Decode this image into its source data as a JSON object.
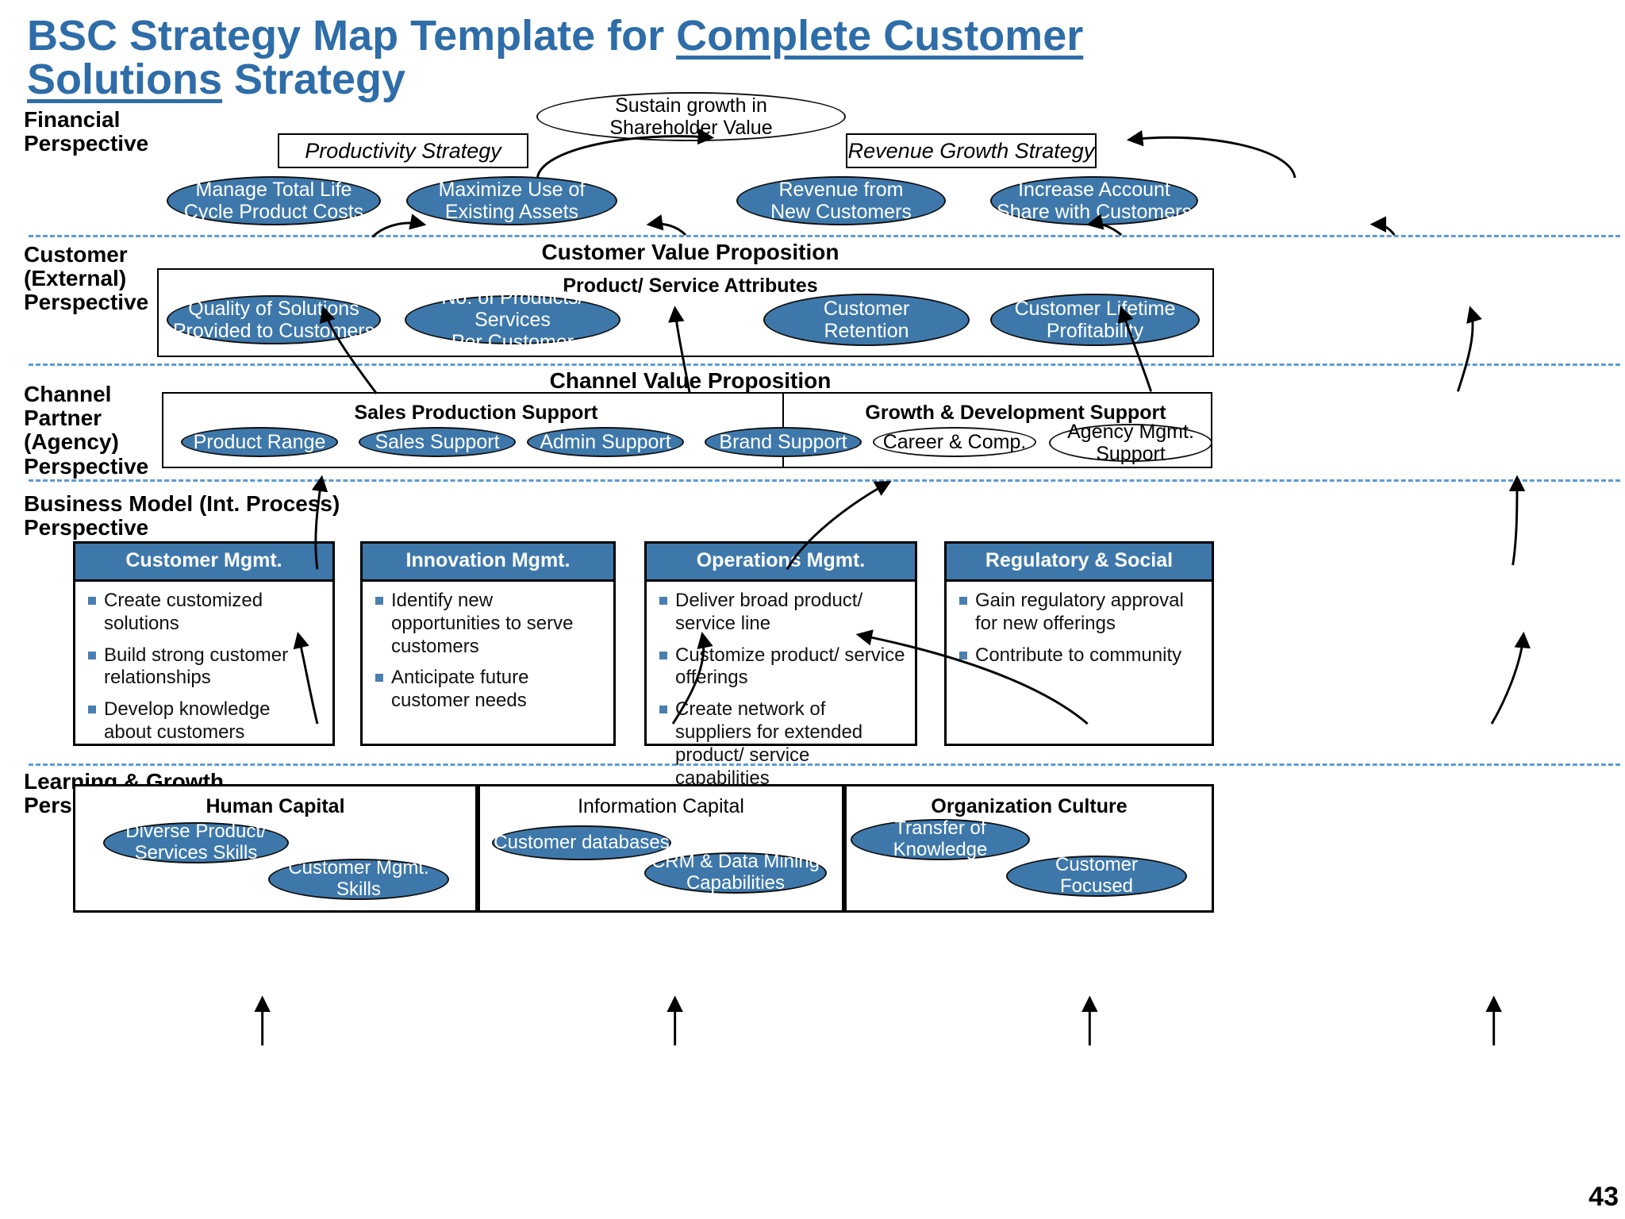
{
  "title": {
    "line1_plain": "BSC Strategy Map Template for ",
    "line1_underlined": "Complete Customer",
    "line2_underlined": "Solutions",
    "line2_plain": " Strategy"
  },
  "page_number": "43",
  "colors": {
    "title_blue": "#2E6DA8",
    "ellipse_blue": "#3E78AB",
    "card_header_blue": "#3E78AB",
    "separator_blue": "#5B9BD5",
    "bullet_square": "#4a7fb0"
  },
  "perspectives": [
    {
      "id": "financial",
      "label": "Financial\nPerspective"
    },
    {
      "id": "customer",
      "label": "Customer\n(External)\nPerspective"
    },
    {
      "id": "channel_partner",
      "label": "Channel\nPartner\n(Agency)\nPerspective"
    },
    {
      "id": "business_model",
      "label": "Business Model (Int. Process)\nPerspective"
    },
    {
      "id": "learning_growth",
      "label": "Learning & Growth\nPerspective"
    }
  ],
  "financial": {
    "apex": "Sustain growth in\nShareholder Value",
    "strategy_boxes": [
      {
        "label": "Productivity Strategy"
      },
      {
        "label": "Revenue Growth Strategy"
      }
    ],
    "objectives": [
      {
        "label": "Manage Total Life\nCycle Product Costs"
      },
      {
        "label": "Maximize Use of\nExisting Assets"
      },
      {
        "label": "Revenue from\nNew Customers"
      },
      {
        "label": "Increase Account\nShare with Customers"
      }
    ]
  },
  "customer": {
    "heading": "Customer Value Proposition",
    "subheading": "Product/ Service Attributes",
    "objectives": [
      {
        "label": "Quality of Solutions\nProvided to Customers"
      },
      {
        "label": "No. of Products/ Services\nPer Customer"
      },
      {
        "label": "Customer\nRetention"
      },
      {
        "label": "Customer Lifetime\nProfitability"
      }
    ]
  },
  "channel": {
    "heading": "Channel Value Proposition",
    "group_left": "Sales Production Support",
    "group_right": "Growth & Development Support",
    "left_objectives": [
      {
        "label": "Product Range",
        "style": "blue"
      },
      {
        "label": "Sales Support",
        "style": "blue"
      },
      {
        "label": "Admin Support",
        "style": "blue"
      }
    ],
    "right_objectives": [
      {
        "label": "Brand Support",
        "style": "blue"
      },
      {
        "label": "Career & Comp.",
        "style": "white"
      },
      {
        "label": "Agency Mgmt.\nSupport",
        "style": "white"
      }
    ]
  },
  "business_model": {
    "cards": [
      {
        "header": "Customer Mgmt.",
        "bullets": [
          "Create customized solutions",
          "Build strong customer relationships",
          "Develop knowledge about customers"
        ]
      },
      {
        "header": "Innovation Mgmt.",
        "bullets": [
          "Identify new opportunities to serve customers",
          "Anticipate future customer needs"
        ]
      },
      {
        "header": "Operations Mgmt.",
        "bullets": [
          "Deliver broad product/ service line",
          "Customize product/ service offerings",
          "Create network of suppliers for extended product/ service capabilities"
        ]
      },
      {
        "header": "Regulatory & Social",
        "bullets": [
          "Gain regulatory approval for new offerings",
          "Contribute to community"
        ]
      }
    ]
  },
  "learning_growth": {
    "panels": [
      {
        "title": "Human Capital",
        "title_bold": true,
        "objectives": [
          {
            "label": "Diverse Product/\nServices Skills"
          },
          {
            "label": "Customer Mgmt.\nSkills"
          }
        ]
      },
      {
        "title": "Information Capital",
        "title_bold": false,
        "objectives": [
          {
            "label": "Customer databases"
          },
          {
            "label": "CRM & Data Mining\nCapabilities"
          }
        ]
      },
      {
        "title": "Organization Culture",
        "title_bold": true,
        "objectives": [
          {
            "label": "Transfer of\nKnowledge"
          },
          {
            "label": "Customer\nFocused"
          }
        ]
      }
    ]
  }
}
